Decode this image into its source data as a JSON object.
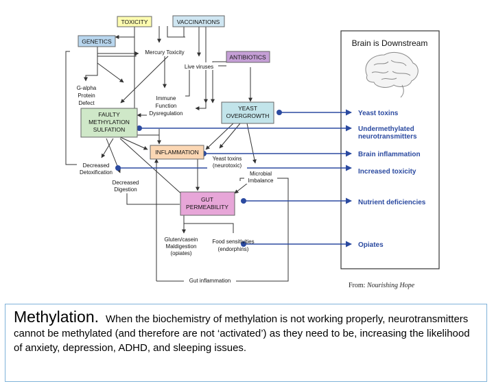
{
  "boxes": {
    "toxicity": "TOXICITY",
    "vaccinations": "VACCINATIONS",
    "genetics": "GENETICS",
    "antibiotics": "ANTIBIOTICS",
    "faulty": [
      "FAULTY",
      "METHYLATION",
      "SULFATION"
    ],
    "yeast": [
      "YEAST",
      "OVERGROWTH"
    ],
    "inflammation": "INFLAMMATION",
    "gut": [
      "GUT",
      "PERMEABILITY"
    ]
  },
  "labels": {
    "mercury": "Mercury Toxicity",
    "live_viruses": "Live viruses",
    "galpha": [
      "G-alpha",
      "Protein",
      "Defect"
    ],
    "immune": [
      "Immune",
      "Function",
      "Dysregulation"
    ],
    "yeast_toxins": [
      "Yeast toxins",
      "(neurotoxic)"
    ],
    "decreased_detox": [
      "Decreased",
      "Detoxification"
    ],
    "decreased_digestion": [
      "Decreased",
      "Digestion"
    ],
    "microbial": [
      "Microbial",
      "Imbalance"
    ],
    "gluten": [
      "Gluten/casein",
      "Maldigestion",
      "(opiates)"
    ],
    "food_sens": [
      "Food sensitivities",
      "(endorphins)"
    ],
    "gut_inflammation": "Gut inflammation"
  },
  "panel": {
    "title": "Brain is Downstream",
    "outcomes": [
      [
        "Yeast toxins"
      ],
      [
        "Undermethylated",
        "neurotransmitters"
      ],
      [
        "Brain inflammation"
      ],
      [
        "Increased toxicity"
      ],
      [
        "Nutrient deficiencies"
      ],
      [
        "Opiates"
      ]
    ]
  },
  "credit": {
    "prefix": "From: ",
    "source": "Nourishing Hope"
  },
  "caption": {
    "heading": "Methylation.",
    "body": "When the biochemistry of methylation is not working properly, neurotransmitters cannot be methylated (and therefore are not ‘activated’) as they need to be, increasing the likelihood of anxiety, depression, ADHD, and sleeping issues."
  },
  "colors": {
    "toxicity": "#fdfcb0",
    "vaccinations": "#cfe6f2",
    "genetics": "#b8d6ee",
    "antibiotics": "#c59fd6",
    "faulty": "#cfe8c8",
    "yeast": "#c2e4ea",
    "inflammation": "#fbd7b4",
    "gut": "#e7a6d8",
    "arrow_blue": "#2b4aa0"
  }
}
